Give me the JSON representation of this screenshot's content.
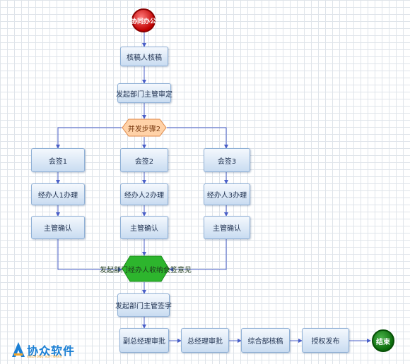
{
  "nodes": {
    "start": "协同办公",
    "draft_review": "核稿人核稿",
    "dept_head_review": "发起部门主管审定",
    "parallel": "并发步骤2",
    "countersign_1": "会签1",
    "countersign_2": "会签2",
    "countersign_3": "会签3",
    "handler_1": "经办人1办理",
    "handler_2": "经办人2办理",
    "handler_3": "经办人3办理",
    "confirm_1": "主管确认",
    "confirm_2": "主管确认",
    "confirm_3": "主管确认",
    "merge": "发起部门经办人收纳会签意见",
    "dept_head_sign": "发起部门主管签字",
    "vp_approval": "副总经理审批",
    "gm_approval": "总经理审批",
    "general_dept_review": "综合部核稿",
    "authorize_publish": "授权发布",
    "end": "结束"
  },
  "logo": {
    "text": "协众软件",
    "subtext": "XIEZHONG SOFTWARE"
  },
  "colors": {
    "connector": "#4a5fc8",
    "box_fill_top": "#f4f8fd",
    "box_fill_bottom": "#c9dcf1",
    "start": "#c00000",
    "end": "#0a6a0a",
    "parallel_hex": "#ffd2a8",
    "merge_hex": "#2db52d"
  }
}
